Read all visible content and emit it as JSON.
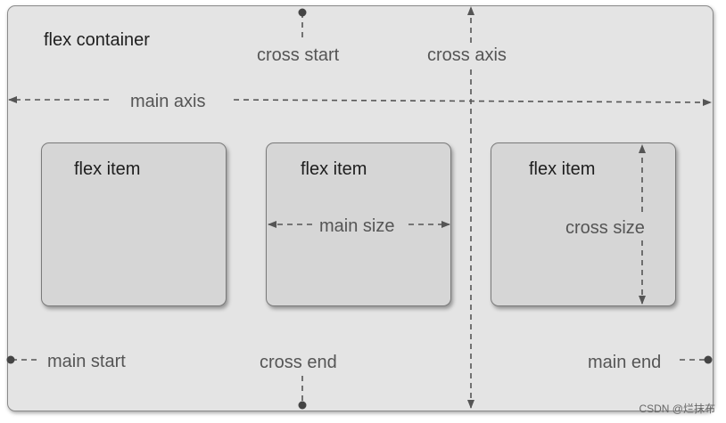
{
  "container_label": "flex container",
  "items": [
    {
      "label": "flex item"
    },
    {
      "label": "flex item"
    },
    {
      "label": "flex item"
    }
  ],
  "labels": {
    "cross_start": "cross start",
    "cross_axis": "cross axis",
    "main_axis": "main axis",
    "main_size": "main size",
    "cross_size": "cross size",
    "main_start": "main start",
    "cross_end": "cross end",
    "main_end": "main end"
  },
  "watermark": "CSDN @烂抹布"
}
